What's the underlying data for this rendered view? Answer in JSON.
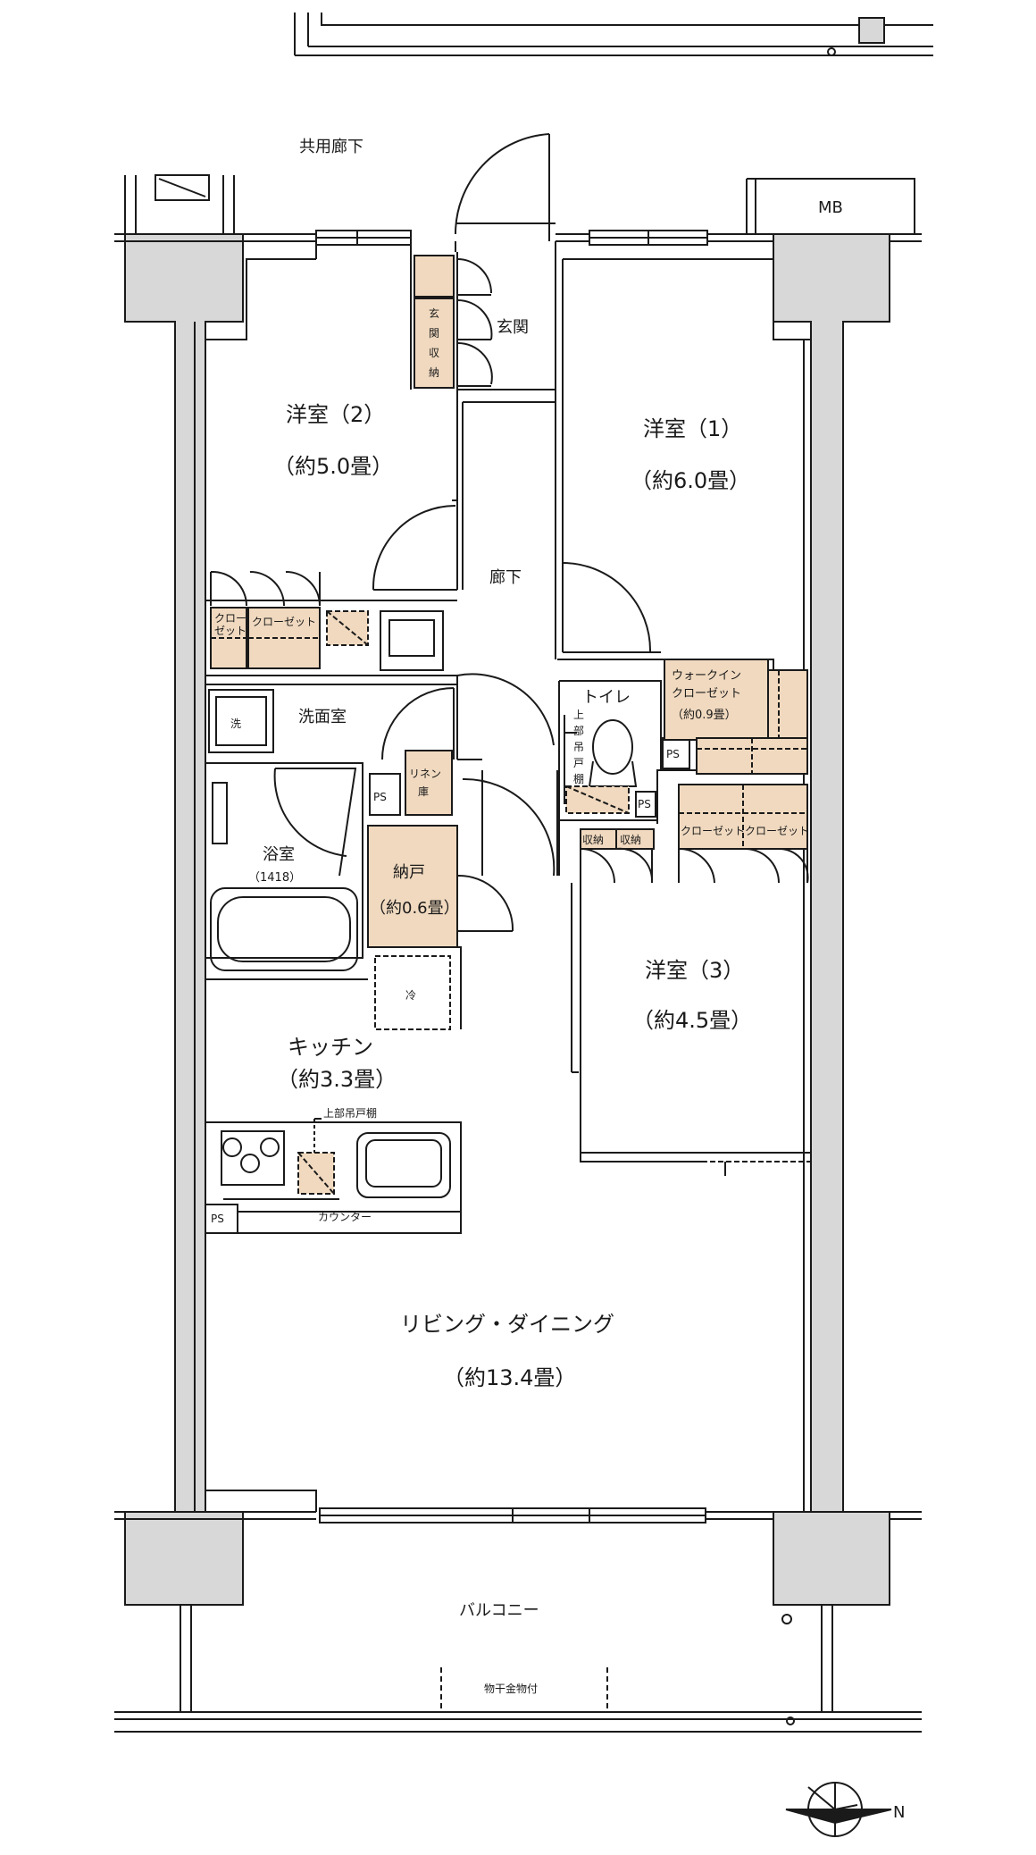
{
  "colors": {
    "wall": "#d8d8d8",
    "storage": "#f0d9bf",
    "line": "#1a1a1a",
    "fill": "#ffffff"
  },
  "labels": {
    "shared_corridor": "共用廊下",
    "mb": "MB",
    "entrance": "玄関",
    "entrance_storage": [
      "玄",
      "関",
      "収",
      "納"
    ],
    "western_room_2": "洋室（2）",
    "western_room_2_size": "（約5.0畳）",
    "western_room_1": "洋室（1）",
    "western_room_1_size": "（約6.0畳）",
    "hallway": "廊下",
    "closet_small": [
      "クロー",
      "ゼット"
    ],
    "closet": "クローゼット",
    "washroom": "洗面室",
    "washer": "洗",
    "toilet": "トイレ",
    "upper_cabinet_vertical": [
      "上",
      "部",
      "吊",
      "戸",
      "棚"
    ],
    "ps": "PS",
    "linen": [
      "リネン",
      "庫"
    ],
    "bathroom": "浴室",
    "bathroom_size": "（1418）",
    "storeroom": "納戸",
    "storeroom_size": "（約0.6畳）",
    "fridge": "冷",
    "walk_in_closet": [
      "ウォークイン",
      "クローゼット",
      "（約0.9畳）"
    ],
    "storage_small": "収納",
    "closet_s": "クローゼット",
    "western_room_3": "洋室（3）",
    "western_room_3_size": "（約4.5畳）",
    "kitchen": "キッチン",
    "kitchen_size": "（約3.3畳）",
    "upper_cabinet": "上部吊戸棚",
    "counter": "カウンター",
    "living_dining": "リビング・ダイニング",
    "living_dining_size": "（約13.4畳）",
    "balcony": "バルコニー",
    "laundry_hanger": "物干金物付",
    "north": "N"
  }
}
